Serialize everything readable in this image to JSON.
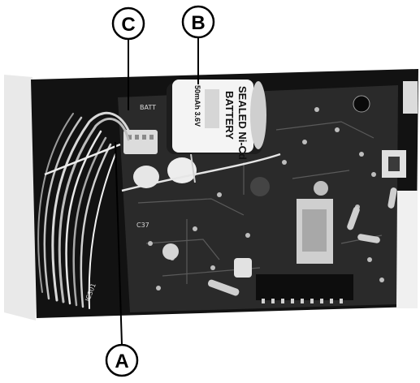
{
  "callouts": [
    {
      "id": "A",
      "label": "A"
    },
    {
      "id": "B",
      "label": "B"
    },
    {
      "id": "C",
      "label": "C"
    }
  ],
  "battery": {
    "line1": "SEALED Ni-Cd",
    "line2": "BATTERY",
    "rating": "50mAh 3.6V"
  },
  "board_markings": {
    "ic": "IC301",
    "cap": "C37",
    "batt": "BATT"
  },
  "colors": {
    "background": "#ffffff",
    "board": "#1a1a1a",
    "ink": "#000000"
  }
}
